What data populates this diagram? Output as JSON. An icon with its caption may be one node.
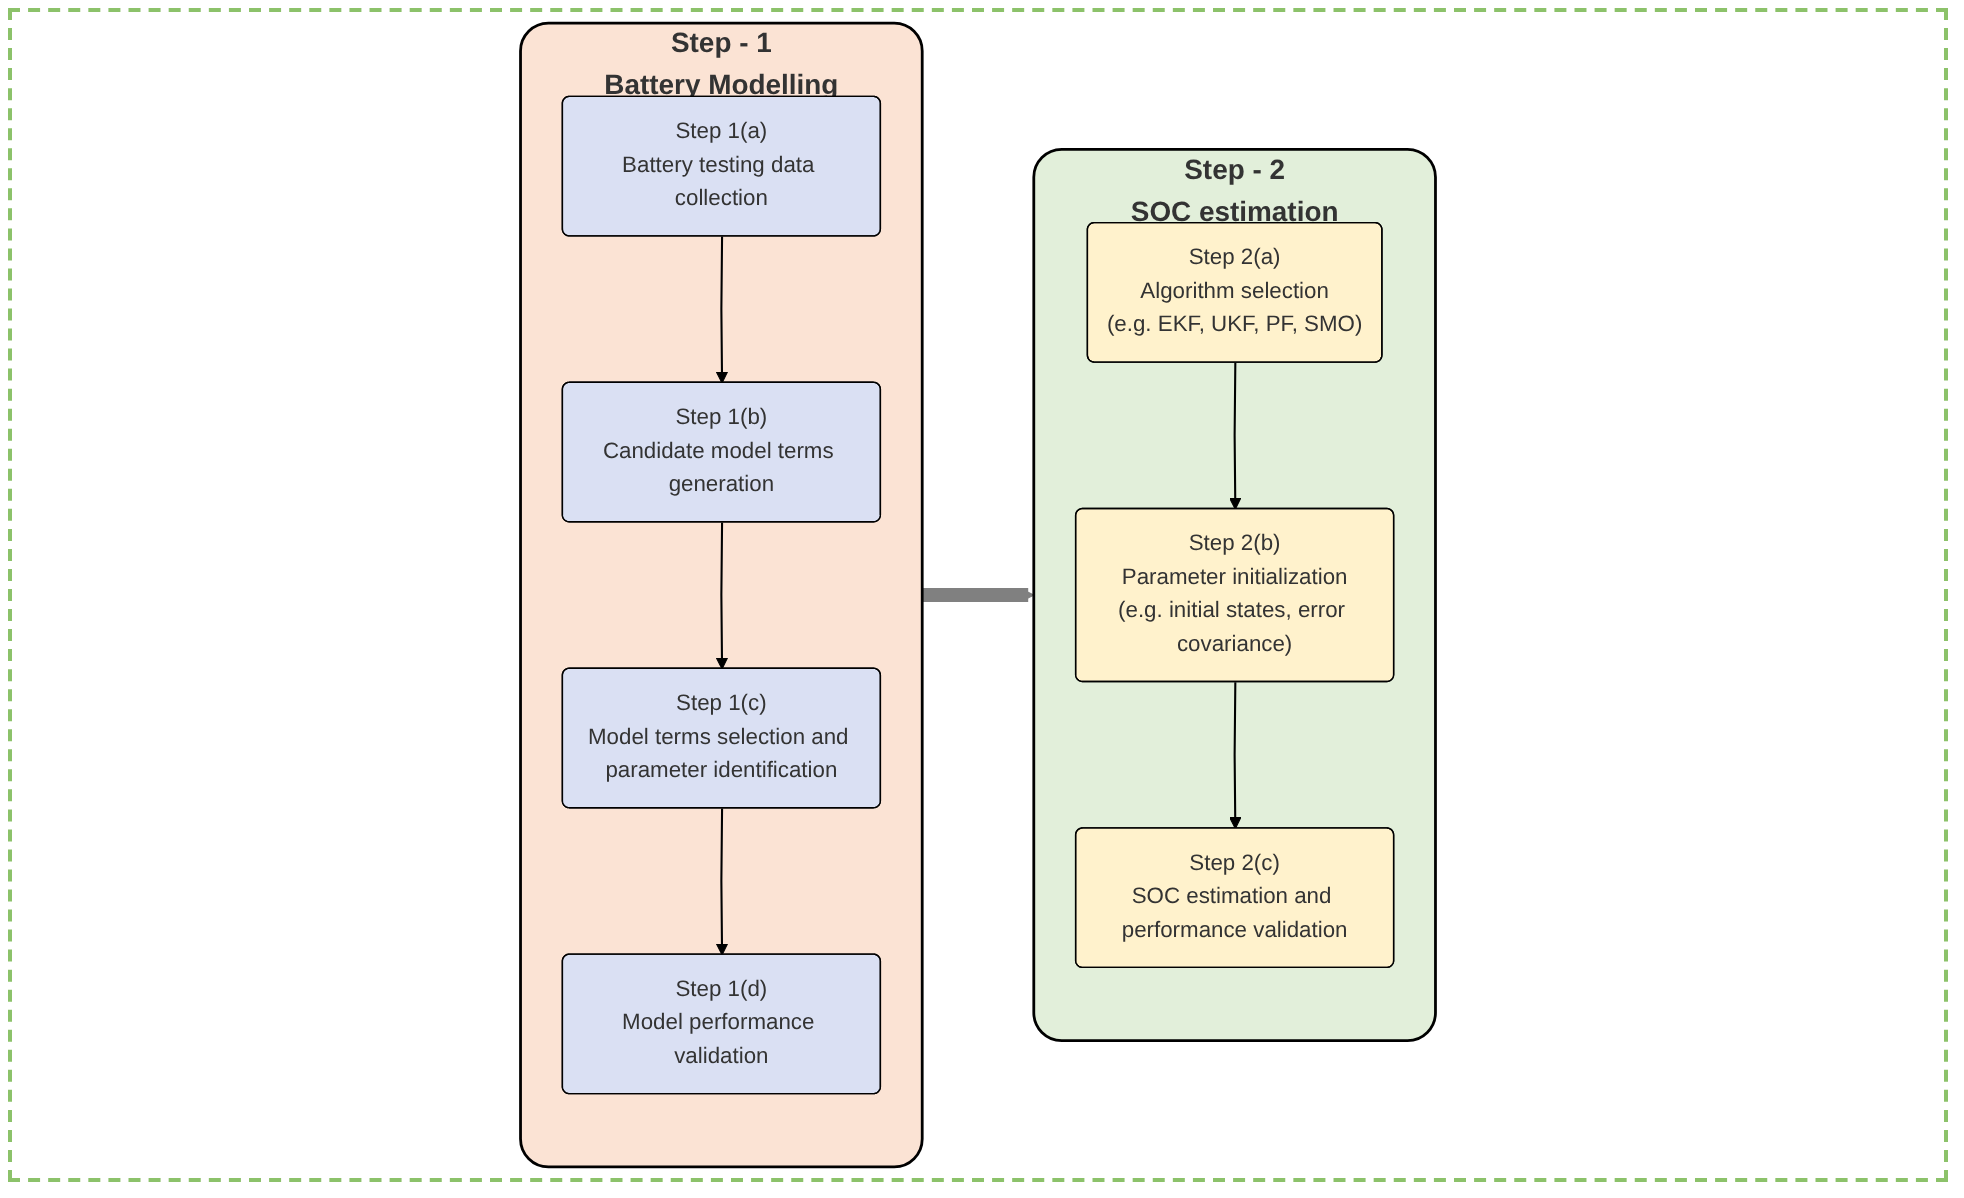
{
  "diagram": {
    "nodes": [
      {
        "text": [
          "Step - 1",
          "Battery Modelling"
        ]
      },
      {
        "text": [
          "Step 1(a)",
          "Battery testing data collection"
        ],
        "in": 0
      },
      {
        "text": [
          "Step 1(b)",
          "Candidate model terms generation"
        ],
        "in": 0
      },
      {
        "text": [
          "Step 1(c)",
          "Model terms selection and parameter identification"
        ],
        "in": 0
      },
      {
        "text": [
          "Step 1(d)",
          "Model performance validation"
        ],
        "in": 0
      },
      {
        "text": [
          "Step - 2",
          "SOC estimation"
        ]
      },
      {
        "text": [
          "Step 2(a)",
          "Algorithm selection",
          "(e.g. EKF, UKF, PF, SMO)"
        ],
        "in": 5
      },
      {
        "text": [
          "Step 2(b)",
          "Parameter initialization",
          "(e.g. initial states, error covariance)"
        ],
        "in": 5
      },
      {
        "text": [
          "Step 2(c)",
          "SOC estimation and performance validation"
        ],
        "in": 5
      }
    ],
    "edges": [
      {
        "from": 1,
        "to": 2,
        "arrow": "to"
      },
      {
        "from": 2,
        "to": 3,
        "arrow": "to"
      },
      {
        "from": 3,
        "to": 4,
        "arrow": "to"
      },
      {
        "from": 0,
        "to": 5,
        "arrow": "to",
        "style": "thick",
        "color": "#808080"
      },
      {
        "from": 6,
        "to": 7,
        "arrow": "to"
      },
      {
        "from": 7,
        "to": 8,
        "arrow": "to"
      }
    ]
  }
}
